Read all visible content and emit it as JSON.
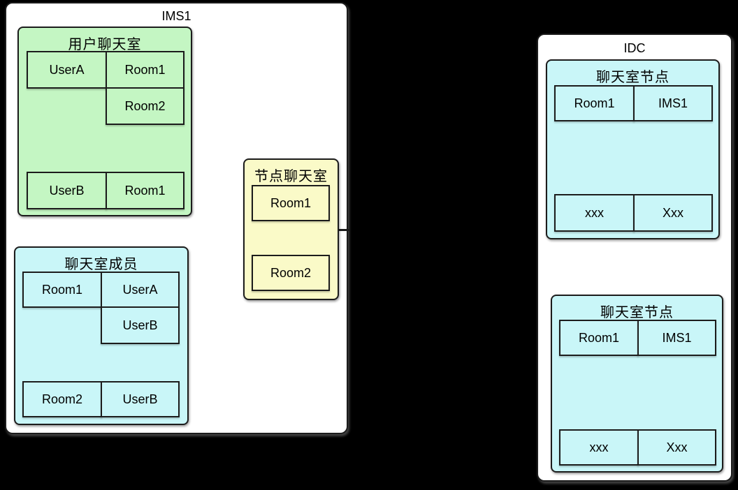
{
  "colors": {
    "background": "#000000",
    "container_fill": "#ffffff",
    "green_fill": "#c4f6c3",
    "cyan_fill": "#c9f6f8",
    "yellow_fill": "#fafac8",
    "border": "#1c1c1c"
  },
  "ims1": {
    "title": "IMS1",
    "user_chatroom": {
      "title": "用户聊天室",
      "cells": {
        "userA": "UserA",
        "userA_room1": "Room1",
        "userA_room2": "Room2",
        "userB": "UserB",
        "userB_room1": "Room1"
      }
    },
    "chatroom_members": {
      "title": "聊天室成员",
      "cells": {
        "room1": "Room1",
        "room1_userA": "UserA",
        "room1_userB": "UserB",
        "room2": "Room2",
        "room2_userB": "UserB"
      }
    },
    "node_chatroom": {
      "title": "节点聊天室",
      "rooms": [
        "Room1",
        "Room2"
      ]
    }
  },
  "idc": {
    "title": "IDC",
    "nodes": [
      {
        "title": "聊天室节点",
        "row_key": "Room1",
        "row_value": "IMS1",
        "placeholder_key": "xxx",
        "placeholder_value": "Xxx"
      },
      {
        "title": "聊天室节点",
        "row_key": "Room1",
        "row_value": "IMS1",
        "placeholder_key": "xxx",
        "placeholder_value": "Xxx"
      }
    ]
  }
}
